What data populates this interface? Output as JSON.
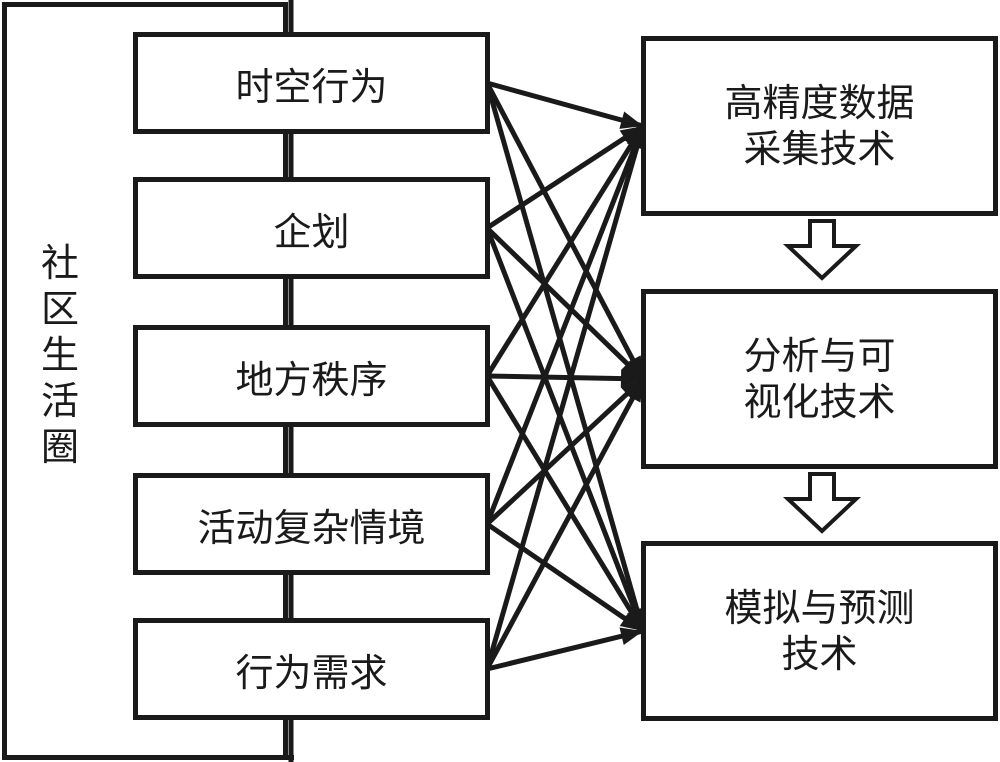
{
  "outer": {
    "label_chars": [
      "社",
      "区",
      "生",
      "活",
      "圈"
    ],
    "label": "社区生活圈"
  },
  "left_nodes": [
    {
      "id": "L1",
      "label": "时空行为"
    },
    {
      "id": "L2",
      "label": "企划"
    },
    {
      "id": "L3",
      "label": "地方秩序"
    },
    {
      "id": "L4",
      "label": "活动复杂情境"
    },
    {
      "id": "L5",
      "label": "行为需求"
    }
  ],
  "right_nodes": [
    {
      "id": "R1",
      "lines": [
        "高精度数据",
        "采集技术"
      ]
    },
    {
      "id": "R2",
      "lines": [
        "分析与可",
        "视化技术"
      ]
    },
    {
      "id": "R3",
      "lines": [
        "模拟与预测",
        "技术"
      ]
    }
  ],
  "edges": [
    {
      "from": "L1",
      "to": "R1"
    },
    {
      "from": "L1",
      "to": "R2"
    },
    {
      "from": "L1",
      "to": "R3"
    },
    {
      "from": "L2",
      "to": "R1"
    },
    {
      "from": "L2",
      "to": "R2"
    },
    {
      "from": "L2",
      "to": "R3"
    },
    {
      "from": "L3",
      "to": "R1"
    },
    {
      "from": "L3",
      "to": "R2"
    },
    {
      "from": "L3",
      "to": "R3"
    },
    {
      "from": "L4",
      "to": "R1"
    },
    {
      "from": "L4",
      "to": "R2"
    },
    {
      "from": "L4",
      "to": "R3"
    },
    {
      "from": "L5",
      "to": "R1"
    },
    {
      "from": "L5",
      "to": "R2"
    },
    {
      "from": "L5",
      "to": "R3"
    }
  ],
  "flow": [
    {
      "from": "R1",
      "to": "R2"
    },
    {
      "from": "R2",
      "to": "R3"
    }
  ],
  "colors": {
    "stroke": "#1a1a1a",
    "background": "#ffffff"
  }
}
